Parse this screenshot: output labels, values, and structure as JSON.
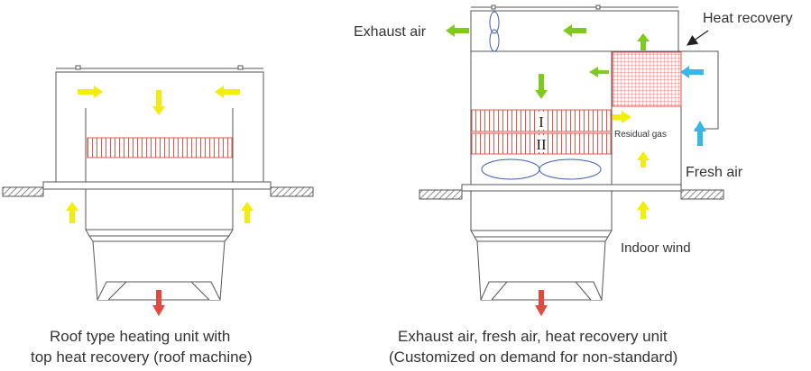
{
  "colors": {
    "line": "#555555",
    "coil": "#e2574c",
    "arrow_yellow": "#f2ee0a",
    "arrow_green": "#7fca1e",
    "arrow_blue": "#38b6e8",
    "arrow_red": "#e5483e",
    "fan_blue": "#3d5fb4",
    "hatch": "#6b6b6b"
  },
  "left_diagram": {
    "caption_line1": "Roof type heating unit with",
    "caption_line2": "top heat recovery (roof machine)"
  },
  "right_diagram": {
    "exhaust_air": "Exhaust air",
    "heat_recovery": "Heat recovery",
    "residual_gas": "Residual gas",
    "fresh_air": "Fresh air",
    "indoor_wind": "Indoor wind",
    "coil_1": "I",
    "coil_2": "II",
    "caption_line1": "Exhaust air, fresh air, heat recovery unit",
    "caption_line2": "(Customized on demand for non-standard)"
  },
  "icons": [
    "yellow-arrow-icon",
    "green-arrow-icon",
    "blue-arrow-icon",
    "red-arrow-icon",
    "fan-icon",
    "pointer-arrow-icon"
  ]
}
